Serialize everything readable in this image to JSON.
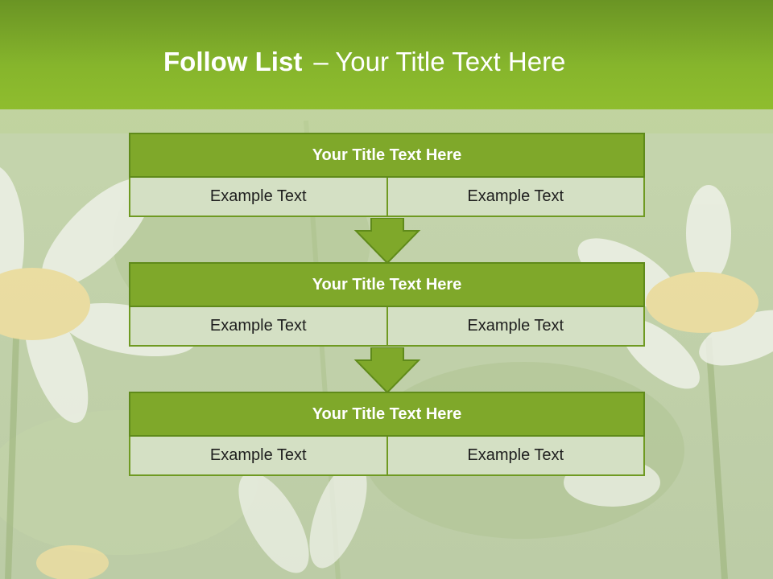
{
  "title": {
    "bold": "Follow List",
    "rest": "– Your Title Text Here"
  },
  "blocks": [
    {
      "title": "Your Title Text Here",
      "cells": [
        "Example Text",
        "Example Text"
      ]
    },
    {
      "title": "Your Title Text Here",
      "cells": [
        "Example Text",
        "Example Text"
      ]
    },
    {
      "title": "Your Title Text Here",
      "cells": [
        "Example Text",
        "Example Text"
      ]
    }
  ],
  "colors": {
    "header_green": "#86b52c",
    "block_title_green": "#7fa82a",
    "cell_fill": "#d4e0c4",
    "arrow_green": "#7fa82a"
  }
}
